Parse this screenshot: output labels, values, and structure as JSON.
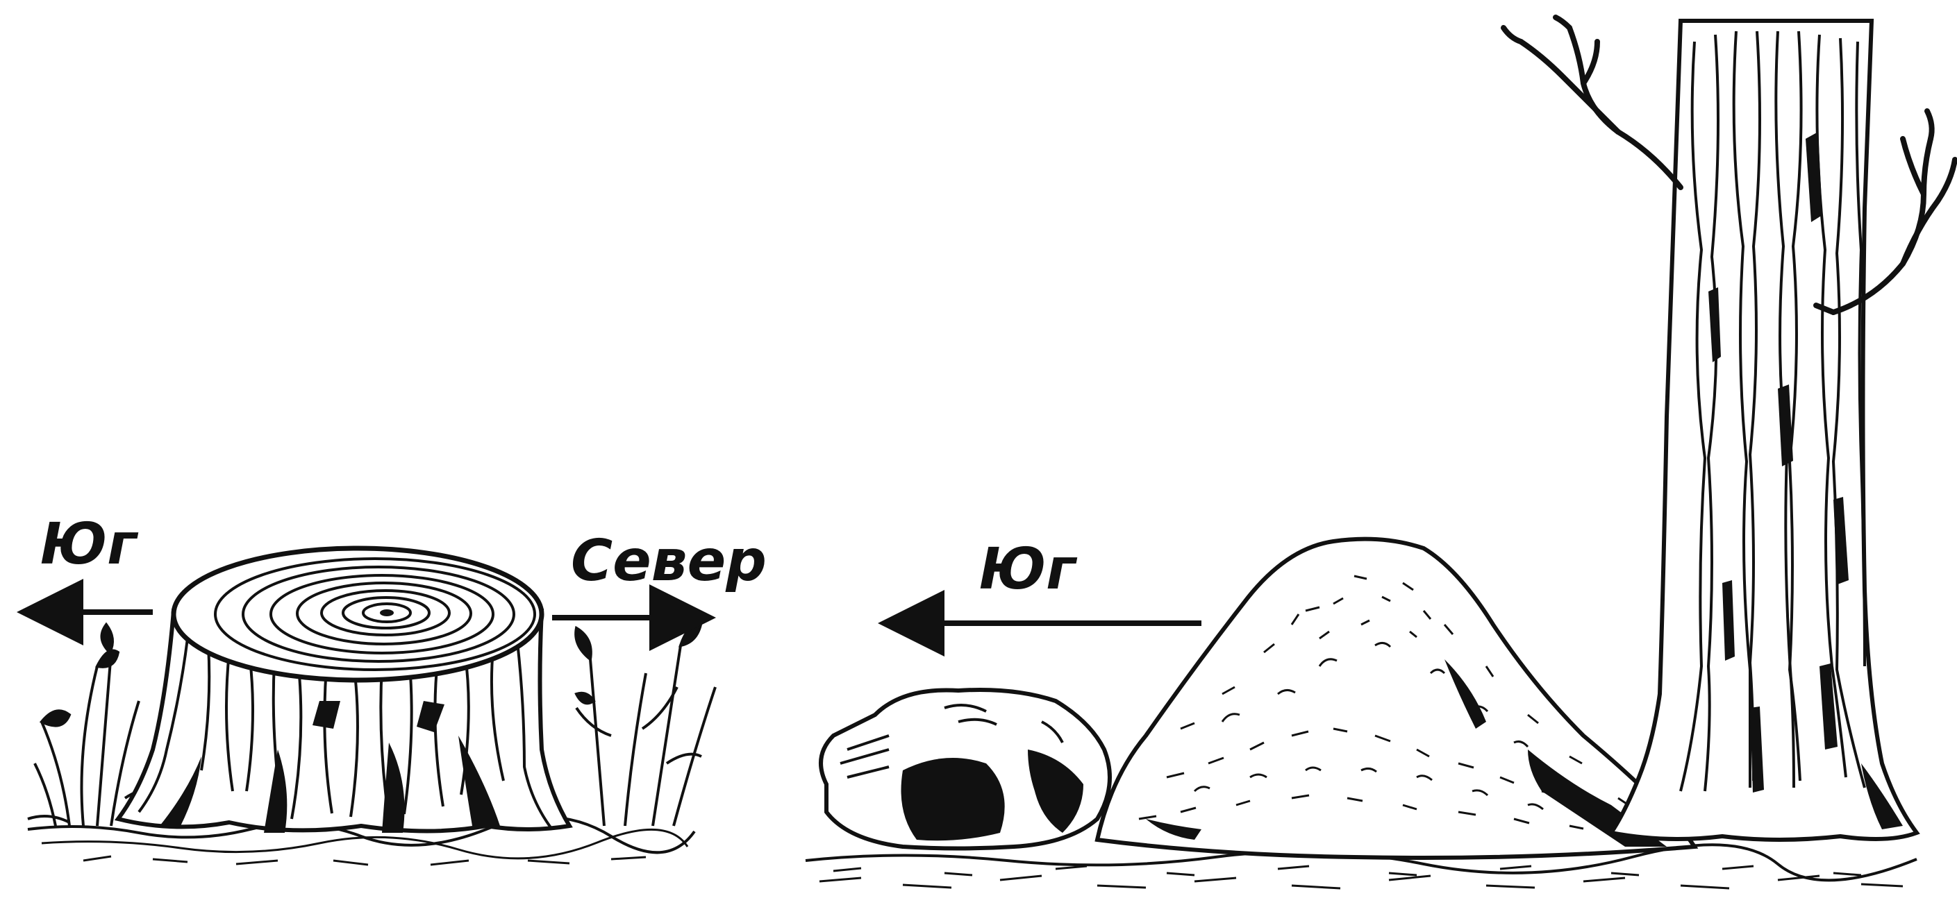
{
  "labels": {
    "stump_left": "Юг",
    "stump_right": "Север",
    "anthill_left": "Юг"
  },
  "illustration": {
    "style": "black-and-white line engraving",
    "objects": [
      "tree-stump",
      "grass",
      "rock",
      "anthill",
      "tree-trunk"
    ]
  },
  "colors": {
    "ink": "#111111",
    "paper": "#ffffff"
  }
}
